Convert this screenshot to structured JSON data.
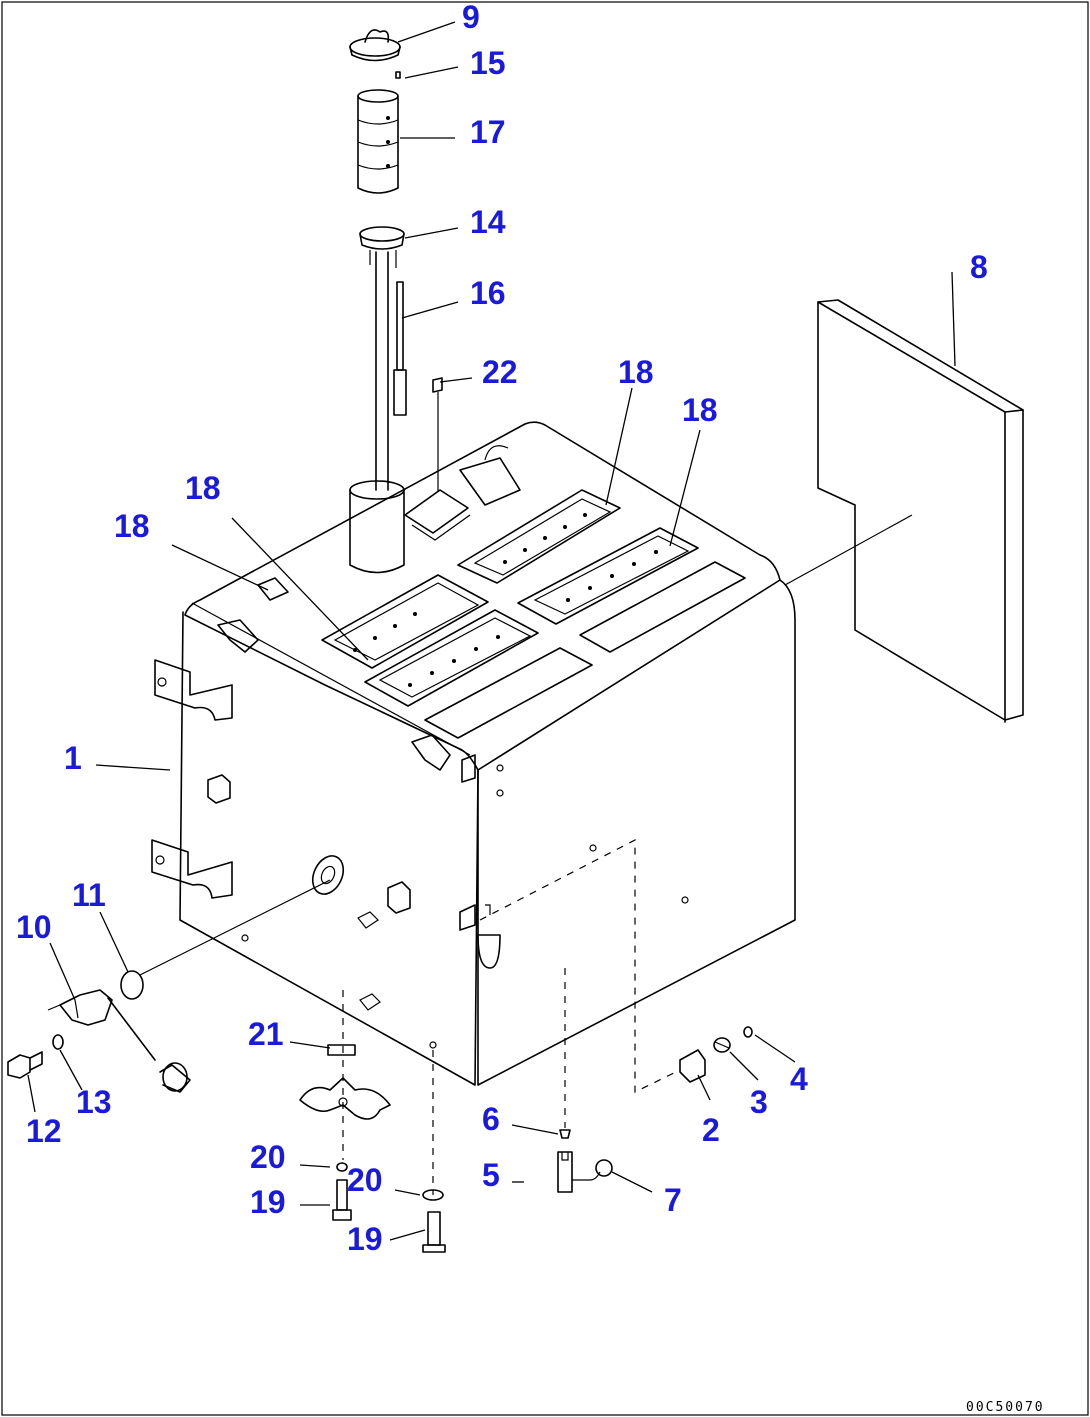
{
  "drawing_code": "00C50070",
  "callouts": [
    {
      "id": "c9",
      "label": "9"
    },
    {
      "id": "c15",
      "label": "15"
    },
    {
      "id": "c17",
      "label": "17"
    },
    {
      "id": "c14",
      "label": "14"
    },
    {
      "id": "c16",
      "label": "16"
    },
    {
      "id": "c22",
      "label": "22"
    },
    {
      "id": "c8",
      "label": "8"
    },
    {
      "id": "c18a",
      "label": "18"
    },
    {
      "id": "c18b",
      "label": "18"
    },
    {
      "id": "c18c",
      "label": "18"
    },
    {
      "id": "c18d",
      "label": "18"
    },
    {
      "id": "c1",
      "label": "1"
    },
    {
      "id": "c11",
      "label": "11"
    },
    {
      "id": "c10",
      "label": "10"
    },
    {
      "id": "c21",
      "label": "21"
    },
    {
      "id": "c13",
      "label": "13"
    },
    {
      "id": "c12",
      "label": "12"
    },
    {
      "id": "c6",
      "label": "6"
    },
    {
      "id": "c5",
      "label": "5"
    },
    {
      "id": "c7",
      "label": "7"
    },
    {
      "id": "c2",
      "label": "2"
    },
    {
      "id": "c3",
      "label": "3"
    },
    {
      "id": "c4",
      "label": "4"
    },
    {
      "id": "c20a",
      "label": "20"
    },
    {
      "id": "c20b",
      "label": "20"
    },
    {
      "id": "c19a",
      "label": "19"
    },
    {
      "id": "c19b",
      "label": "19"
    }
  ]
}
